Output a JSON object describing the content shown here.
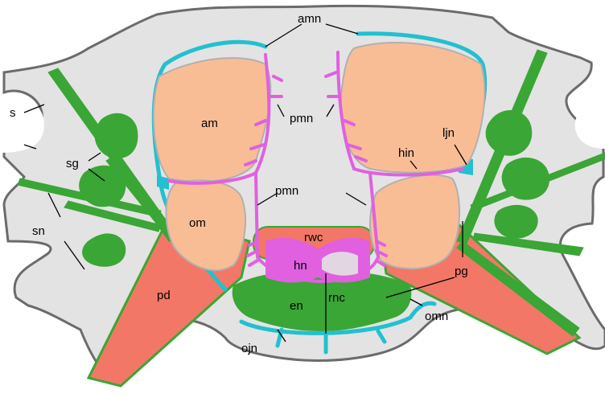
{
  "labels": {
    "amn": "amn",
    "pmn_upper": "pmn",
    "pmn_lower": "pmn",
    "am": "am",
    "om": "om",
    "ljn": "ljn",
    "hin": "hin",
    "s": "s",
    "sg": "sg",
    "sn": "sn",
    "rwc": "rwc",
    "hn": "hn",
    "pd": "pd",
    "en": "en",
    "rnc": "rnc",
    "pg": "pg",
    "omn": "omn",
    "ojn": "ojn"
  },
  "colors": {
    "body": "#e3e3e3",
    "outline": "#6b6b6b",
    "muscle": "#f9bd96",
    "muscle_edge": "#b0b0b0",
    "nerve_cyan": "#22c0d0",
    "nerve_magenta": "#e060e0",
    "gland_green": "#3aa635",
    "duct_red": "#f37766"
  }
}
